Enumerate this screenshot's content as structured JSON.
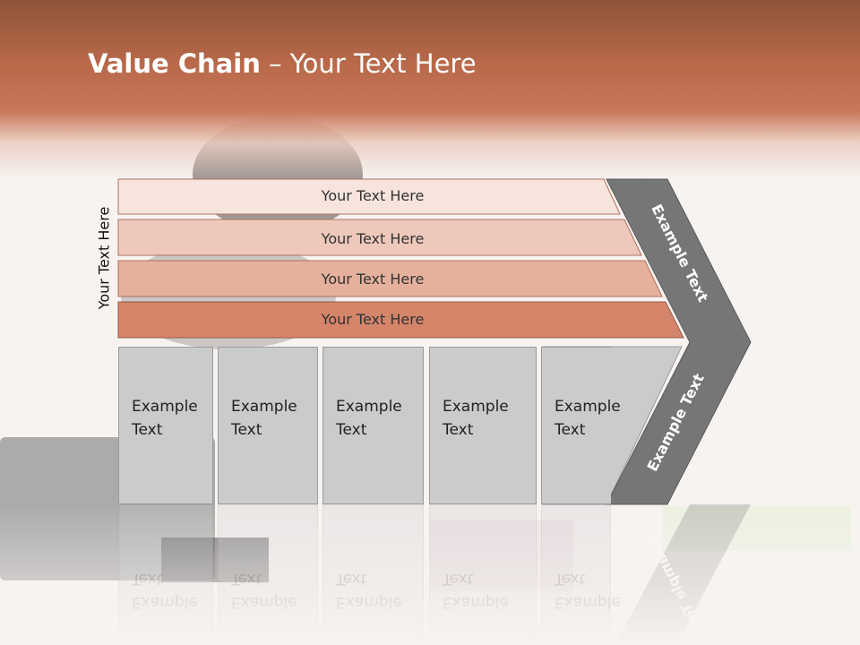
{
  "slide": {
    "title_bold": "Value Chain",
    "title_rest": " – Your Text Here",
    "vertical_label": "Your Text Here"
  },
  "bars": [
    {
      "label": "Your Text Here",
      "color": "#f7e4dd"
    },
    {
      "label": "Your Text Here",
      "color": "#eec9bb"
    },
    {
      "label": "Your Text Here",
      "color": "#e5b09c"
    },
    {
      "label": "Your Text Here",
      "color": "#d4856a"
    }
  ],
  "boxes": [
    {
      "line1": "Example",
      "line2": "Text"
    },
    {
      "line1": "Example",
      "line2": "Text"
    },
    {
      "line1": "Example",
      "line2": "Text"
    },
    {
      "line1": "Example",
      "line2": "Text"
    },
    {
      "line1": "Example",
      "line2": "Text"
    }
  ],
  "chevron": {
    "upper_text": "Example Text",
    "lower_text": "Example Text",
    "color": "#767676"
  },
  "colors": {
    "header": "#c9775a",
    "box_fill": "#cbcbcb"
  }
}
